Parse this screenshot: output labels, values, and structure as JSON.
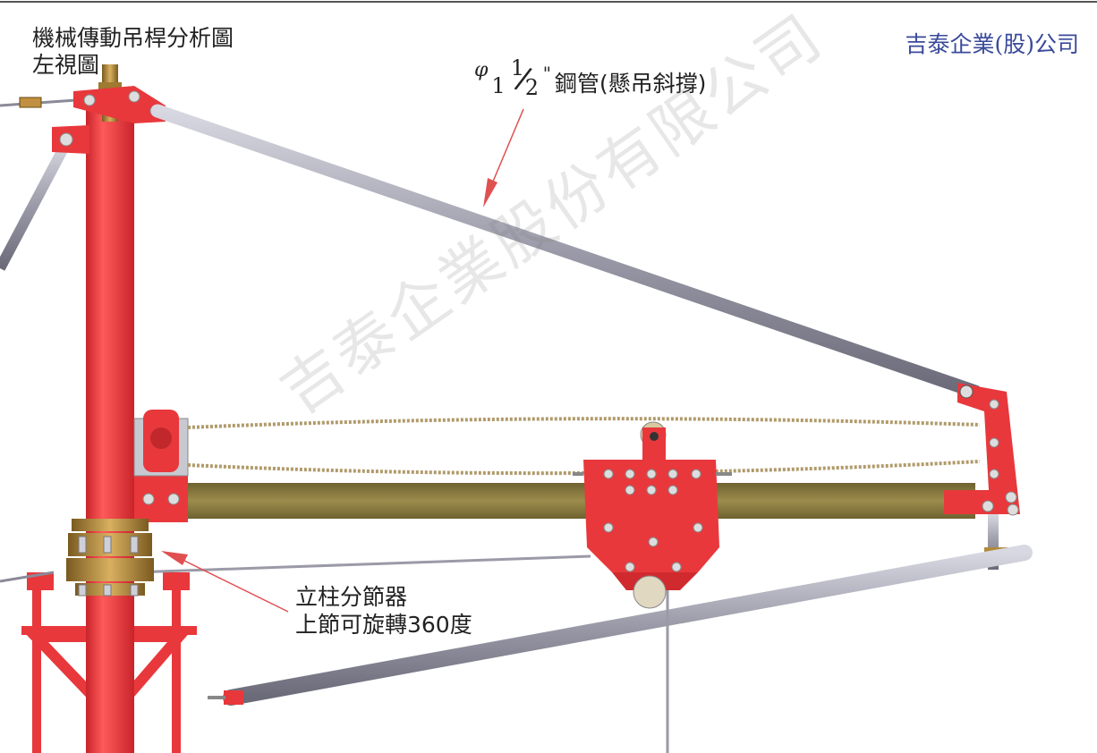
{
  "title": {
    "line1": "機械傳動吊桿分析圖",
    "line2": "左視圖"
  },
  "company": "吉泰企業(股)公司",
  "pipe_label": {
    "phi": "φ",
    "whole": "1",
    "numerator": "1",
    "slash": "/",
    "denominator": "2",
    "inch": "\"",
    "text": "鋼管(懸吊斜撐)"
  },
  "separator_label": {
    "line1": "立柱分節器",
    "line2": "上節可旋轉360度"
  },
  "watermark": "吉泰企業股份有限公司",
  "colors": {
    "red": "#e8383c",
    "steel": "#9a9aa8",
    "beam": "#8a7a40",
    "brass": "#b08a3a",
    "chain": "#b09a6a",
    "annotation_arrow": "#e05050"
  }
}
